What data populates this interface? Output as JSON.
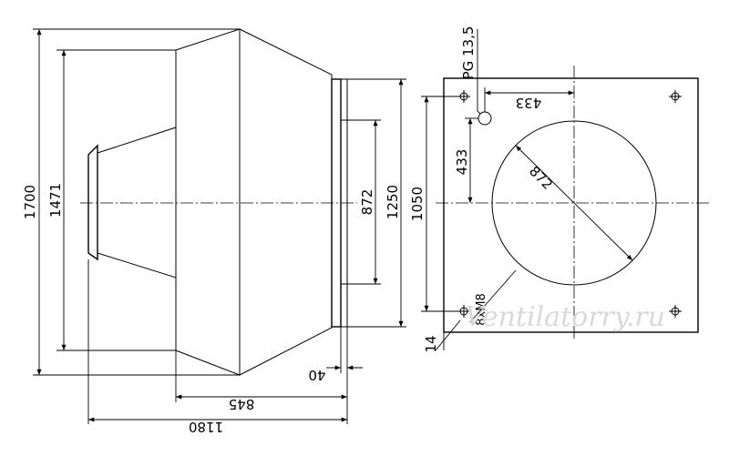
{
  "dimensions": {
    "overall_height": "1700",
    "inlet_height": "1471",
    "flange_inner": "872",
    "flange_outer": "1250",
    "overall_length": "1180",
    "body_length": "845",
    "flange_thickness": "40",
    "plate_size": "1050",
    "hole_diameter": "872",
    "offset_vertical": "433",
    "offset_horizontal": "433",
    "cable_gland": "PG 13,5",
    "bolt_holes": "8xM8",
    "plate_edge": "14"
  },
  "watermark": "Ventilatorry.ru"
}
